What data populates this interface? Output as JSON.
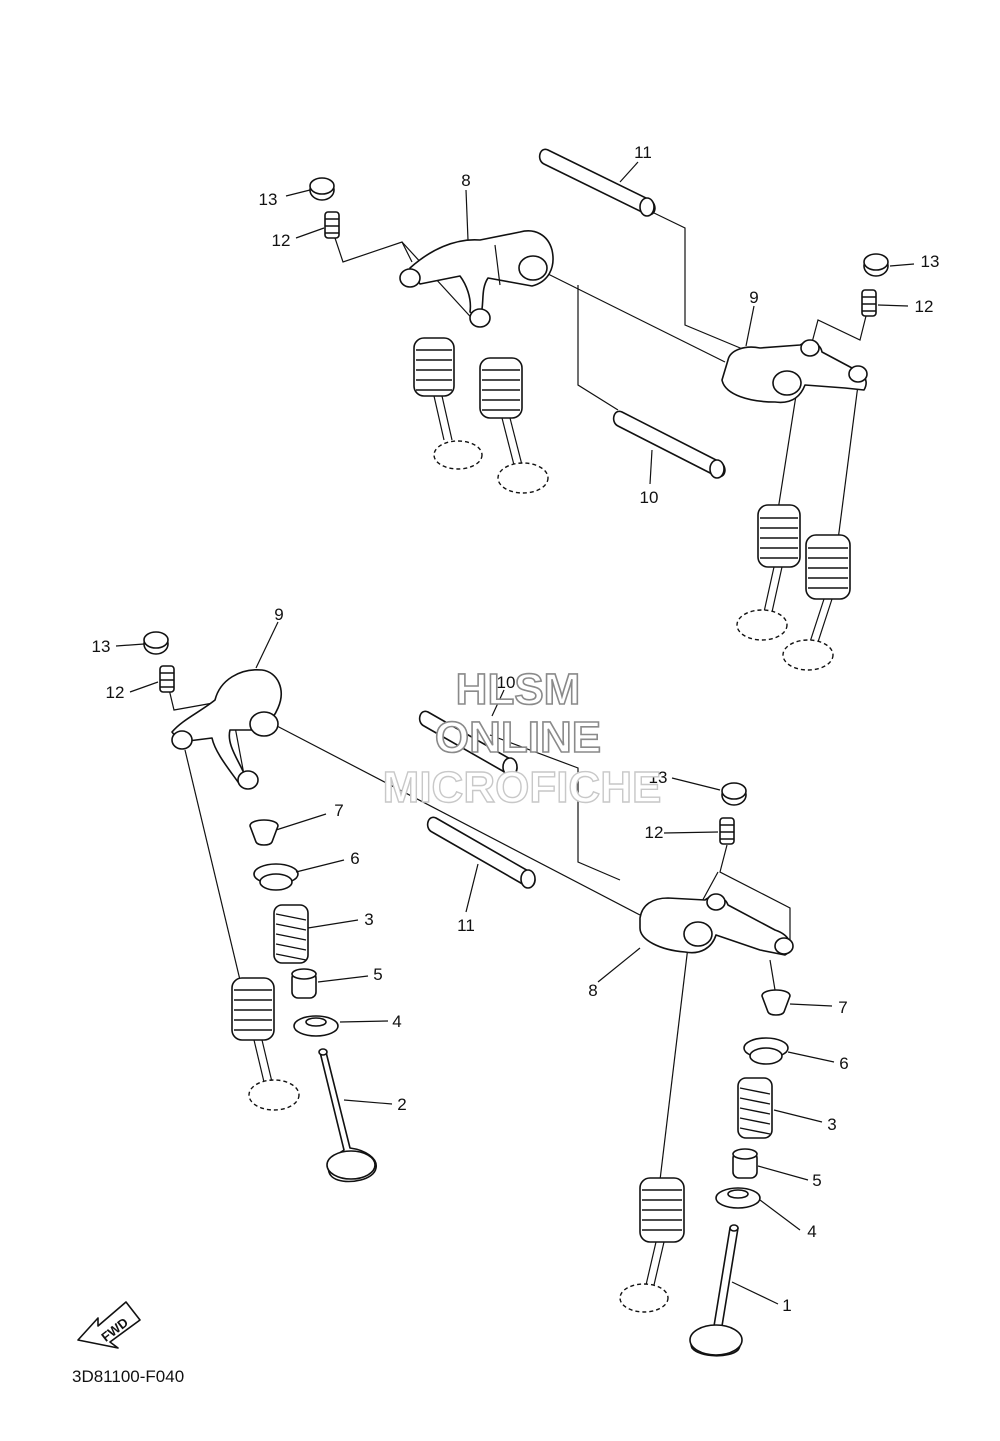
{
  "diagram": {
    "code": "3D81100-F040",
    "fwd_label": "FWD",
    "watermark": [
      "HLSM",
      "ONLINE",
      "MICROFICHE"
    ],
    "callouts": [
      {
        "n": "11"
      },
      {
        "n": "8"
      },
      {
        "n": "13"
      },
      {
        "n": "12"
      },
      {
        "n": "13"
      },
      {
        "n": "12"
      },
      {
        "n": "9"
      },
      {
        "n": "10"
      },
      {
        "n": "9"
      },
      {
        "n": "13"
      },
      {
        "n": "12"
      },
      {
        "n": "10"
      },
      {
        "n": "7"
      },
      {
        "n": "6"
      },
      {
        "n": "3"
      },
      {
        "n": "11"
      },
      {
        "n": "5"
      },
      {
        "n": "4"
      },
      {
        "n": "2"
      },
      {
        "n": "13"
      },
      {
        "n": "12"
      },
      {
        "n": "8"
      },
      {
        "n": "7"
      },
      {
        "n": "6"
      },
      {
        "n": "3"
      },
      {
        "n": "5"
      },
      {
        "n": "4"
      },
      {
        "n": "1"
      }
    ]
  }
}
